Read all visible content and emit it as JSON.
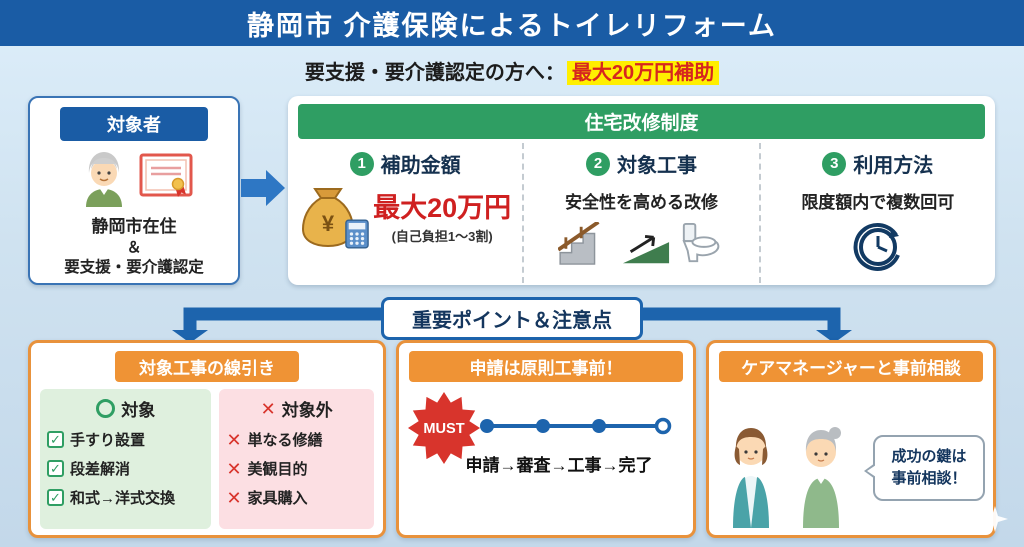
{
  "title": "静岡市 介護保険によるトイレリフォーム",
  "subtitle": {
    "label": "要支援・要介護認定の方へ：",
    "highlight": "最大20万円補助"
  },
  "eligibility": {
    "header": "対象者",
    "residence": "静岡市在住",
    "amp": "＆",
    "certification": "要支援・要介護認定"
  },
  "system": {
    "header": "住宅改修制度",
    "col1": {
      "num": "1",
      "title": "補助金額",
      "amount": "最大20万円",
      "note": "(自己負担1〜3割)",
      "bag_symbol": "¥"
    },
    "col2": {
      "num": "2",
      "title": "対象工事",
      "text": "安全性を高める改修"
    },
    "col3": {
      "num": "3",
      "title": "利用方法",
      "text": "限度額内で複数回可"
    }
  },
  "points_badge": "重要ポイント＆注意点",
  "criteria": {
    "header": "対象工事の線引き",
    "included": {
      "title": "対象",
      "items": [
        "手すり設置",
        "段差解消",
        "和式→洋式交換"
      ]
    },
    "excluded": {
      "title": "対象外",
      "items": [
        "単なる修繕",
        "美観目的",
        "家具購入"
      ]
    }
  },
  "application": {
    "header": "申請は原則工事前！",
    "must": "MUST",
    "flow": "申請→審査→工事→完了"
  },
  "consult": {
    "header": "ケアマネージャーと事前相談",
    "bubble_line1": "成功の鍵は",
    "bubble_line2": "事前相談！"
  },
  "colors": {
    "primary_blue": "#1a5ca5",
    "green": "#2f9e63",
    "orange": "#ef9335",
    "accent_red": "#d8342c",
    "highlight_yellow": "#ffef00",
    "background_blue": "#cfe2f0"
  }
}
